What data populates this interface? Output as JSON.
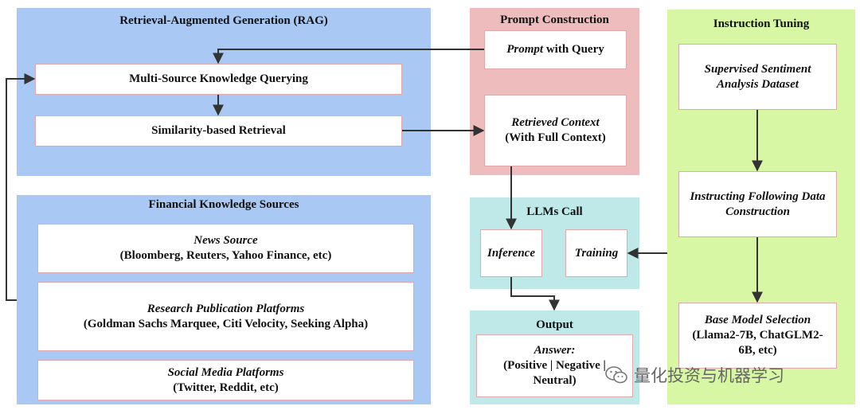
{
  "rag": {
    "title": "Retrieval-Augmented Generation (RAG)",
    "query_box": "Multi-Source Knowledge Querying",
    "retrieval_box": "Similarity-based Retrieval"
  },
  "sources": {
    "title": "Financial Knowledge Sources",
    "news": {
      "name": "News Source",
      "detail": "(Bloomberg, Reuters, Yahoo Finance, etc)"
    },
    "research": {
      "name": "Research Publication Platforms",
      "detail": "(Goldman Sachs Marquee, Citi Velocity, Seeking Alpha)"
    },
    "social": {
      "name": "Social Media Platforms",
      "detail": "(Twitter, Reddit, etc)"
    }
  },
  "prompt": {
    "title": "Prompt Construction",
    "query_em": "Prompt",
    "query_rest": " with Query",
    "context_line1": "Retrieved Context",
    "context_line2": "(With Full Context)"
  },
  "llm": {
    "title": "LLMs Call",
    "inference": "Inference",
    "training": "Training"
  },
  "output": {
    "title": "Output",
    "answer_label": "Answer:",
    "answer_line1": "(Positive | Negative |",
    "answer_line2": "Neutral)"
  },
  "tuning": {
    "title": "Instruction Tuning",
    "dataset": "Supervised Sentiment Analysis Dataset",
    "construction": "Instructing Following Data Construction",
    "base_title": "Base Model Selection",
    "base_models": "(Llama2-7B, ChatGLM2-6B, etc)"
  },
  "watermark": {
    "text": "量化投资与机器学习",
    "icon": "wechat-icon"
  },
  "colors": {
    "rag_panel": "#a9c8f3",
    "prompt_panel": "#eebcbc",
    "llm_panel": "#bfe8e8",
    "tuning_panel": "#d8f7a4",
    "arrow": "#333333"
  }
}
